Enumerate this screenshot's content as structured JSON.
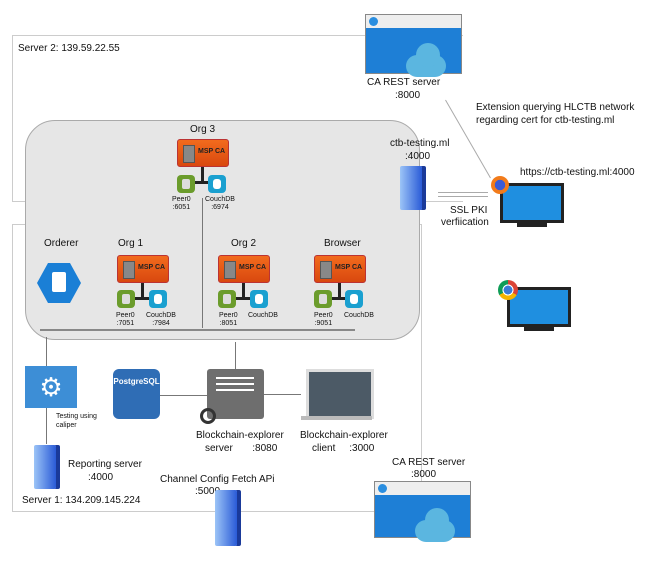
{
  "server2": {
    "label": "Server 2: 139.59.22.55"
  },
  "server1": {
    "label": "Server 1: 134.209.145.224"
  },
  "ca_rest_top": {
    "name": "CA REST server",
    "port": ":8000"
  },
  "ca_rest_bottom": {
    "name": "CA REST server",
    "port": ":8000"
  },
  "extension_note": {
    "line1": "Extension querying HLCTB network",
    "line2": "regarding cert for ctb-testing.ml"
  },
  "ctb": {
    "name": "ctb-testing.ml",
    "port": ":4000"
  },
  "browser_url": "https://ctb-testing.ml:4000",
  "ssl": {
    "line1": "SSL PKI",
    "line2": "verfiication"
  },
  "orgs": {
    "org3": {
      "title": "Org 3",
      "msp": "MSP CA",
      "peer": "Peer0",
      "peer_port": ":6051",
      "db": "CouchDB",
      "db_port": ":6974"
    },
    "org1": {
      "title": "Org 1",
      "msp": "MSP CA",
      "peer": "Peer0",
      "peer_port": ":7051",
      "db": "CouchDB",
      "db_port": ":7984"
    },
    "org2": {
      "title": "Org 2",
      "msp": "MSP CA",
      "peer": "Peer0",
      "peer_port": ":8051",
      "db": "CouchDB"
    },
    "browser": {
      "title": "Browser",
      "msp": "MSP CA",
      "peer": "Peer0",
      "peer_port": ":9051",
      "db": "CouchDB"
    }
  },
  "orderer": "Orderer",
  "caliper": {
    "line1": "Testing using",
    "line2": "caliper"
  },
  "postgres": "PostgreSQL",
  "explorer_server": {
    "line1": "Blockchain-explorer",
    "line2": "server       :8080"
  },
  "explorer_client": {
    "line1": "Blockchain-explorer",
    "line2": "client     :3000"
  },
  "reporting": {
    "name": "Reporting server",
    "port": ":4000"
  },
  "channel_config": {
    "name": "Channel Config Fetch APi",
    "port": ":5000"
  }
}
